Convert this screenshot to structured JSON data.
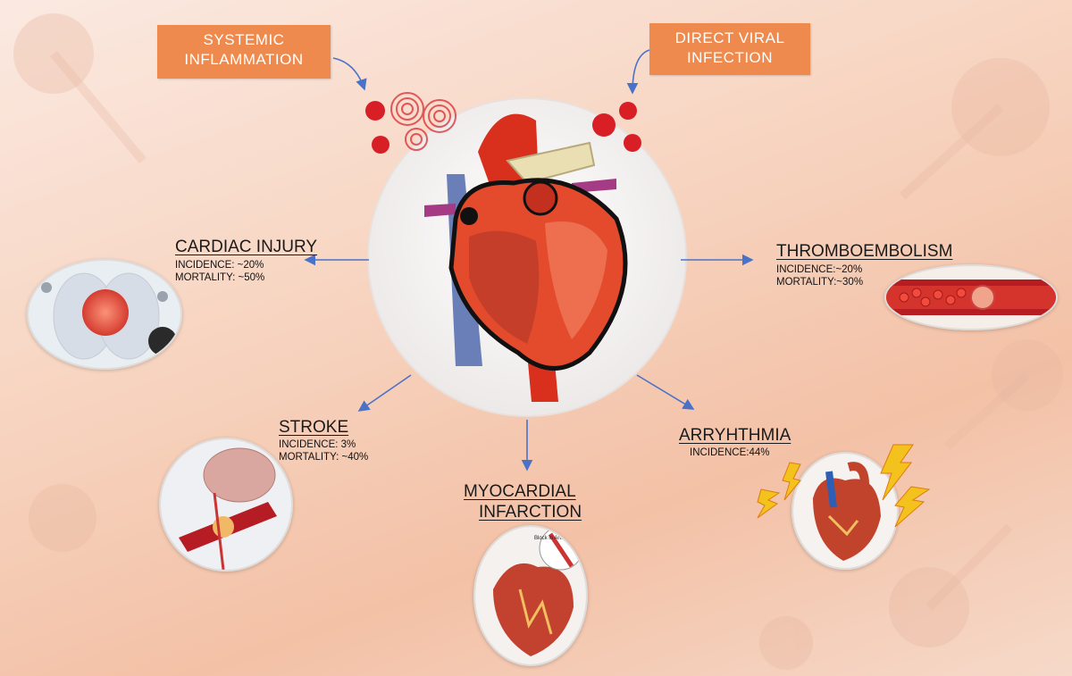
{
  "causes": {
    "systemic": {
      "line1": "SYSTEMIC",
      "line2": "INFLAMMATION"
    },
    "viral": {
      "line1": "DIRECT VIRAL",
      "line2": "INFECTION"
    }
  },
  "outcomes": {
    "cardiac_injury": {
      "title": "CARDIAC INJURY",
      "line1": "INCIDENCE: ~20%",
      "line2": "MORTALITY: ~50%"
    },
    "thromboembolism": {
      "title": "THROMBOEMBOLISM",
      "line1": "INCIDENCE:~20%",
      "line2": "MORTALITY:~30%"
    },
    "stroke": {
      "title": "STROKE",
      "line1": "INCIDENCE: 3%",
      "line2": "MORTALITY: ~40%"
    },
    "myocardial_infarction": {
      "title_line1": "MYOCARDIAL",
      "title_line2": "INFARCTION",
      "image_caption": "Block in Artery"
    },
    "arrhythmia": {
      "title": "ARRYHTHMIA",
      "line1": "INCIDENCE:44%"
    }
  },
  "colors": {
    "accent": "#ef8a4e",
    "arrow": "#4a72c8",
    "virus": "#d81f26",
    "heart": "#e0301e"
  },
  "icons": [
    "virus-icon",
    "heart-illustration",
    "lungs-illustration",
    "blood-clot-illustration",
    "brain-illustration",
    "lightning-icon"
  ]
}
